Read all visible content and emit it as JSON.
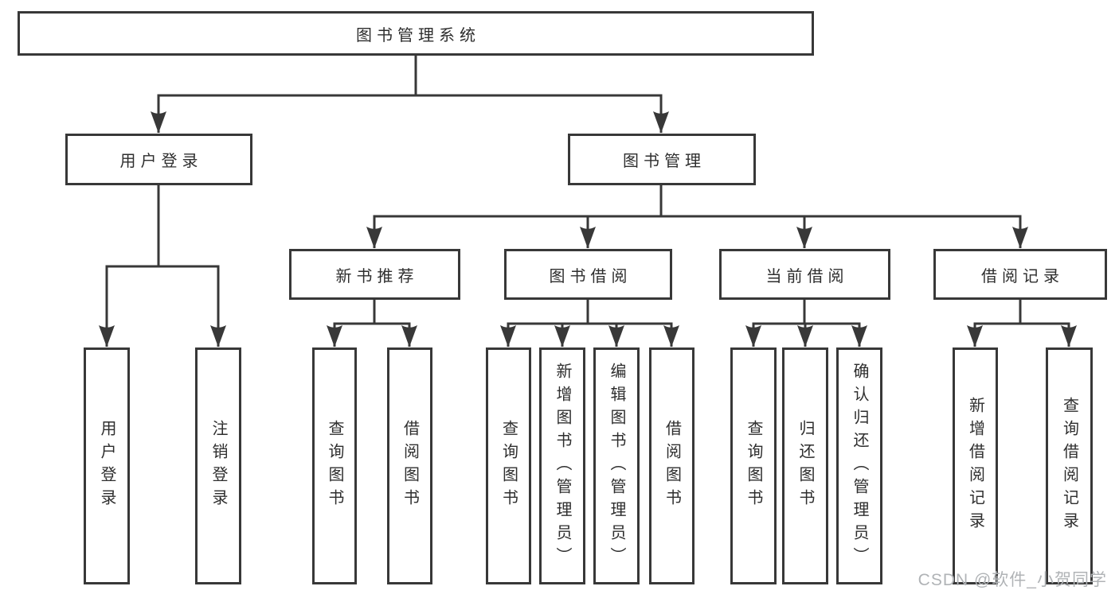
{
  "tree": {
    "root": {
      "label": "图书管理系统",
      "children": [
        {
          "label": "用户登录",
          "children": [
            {
              "label": "用户登录"
            },
            {
              "label": "注销登录"
            }
          ]
        },
        {
          "label": "图书管理",
          "children": [
            {
              "label": "新书推荐",
              "children": [
                {
                  "label": "查询图书"
                },
                {
                  "label": "借阅图书"
                }
              ]
            },
            {
              "label": "图书借阅",
              "children": [
                {
                  "label": "查询图书"
                },
                {
                  "label": "新增图书（管理员）"
                },
                {
                  "label": "编辑图书（管理员）"
                },
                {
                  "label": "借阅图书"
                }
              ]
            },
            {
              "label": "当前借阅",
              "children": [
                {
                  "label": "查询图书"
                },
                {
                  "label": "归还图书"
                },
                {
                  "label": "确认归还（管理员）"
                }
              ]
            },
            {
              "label": "借阅记录",
              "children": [
                {
                  "label": "新增借阅记录"
                },
                {
                  "label": "查询借阅记录"
                }
              ]
            }
          ]
        }
      ]
    }
  },
  "watermark": {
    "text": "CSDN @软件_小贺同学"
  },
  "colors": {
    "line": "#383838",
    "box_border": "#383838",
    "text": "#2e2e2e",
    "box_background": "#ffffff",
    "page_background": "#ffffff",
    "watermark_text": "#b0b3b6"
  }
}
